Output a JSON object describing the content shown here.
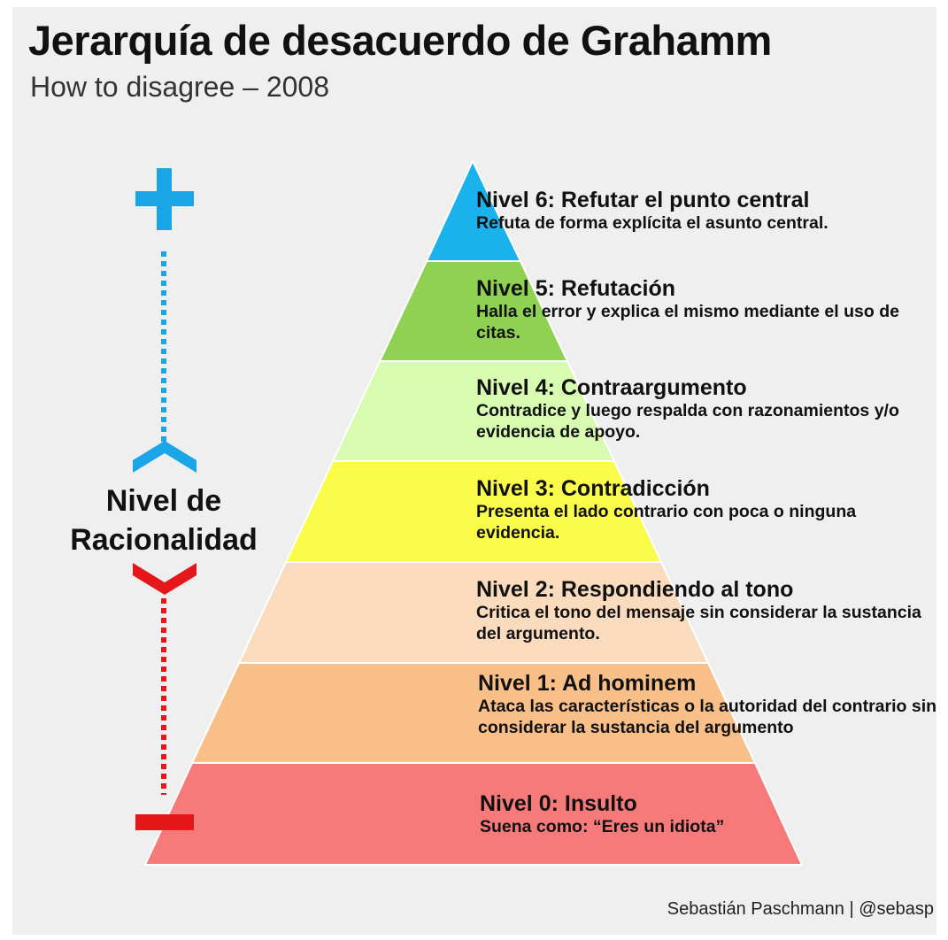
{
  "header": {
    "title": "Jerarquía de desacuerdo de Grahamm",
    "subtitle": "How to disagree – 2008"
  },
  "scale": {
    "label_line1": "Nivel de",
    "label_line2": "Racionalidad",
    "plus_color": "#1aa6e6",
    "minus_color": "#e5171b"
  },
  "levels": [
    {
      "title": "Nivel 6: Refutar el punto central",
      "desc": "Refuta de forma explícita el asunto central.",
      "color": "#1ab2ec"
    },
    {
      "title": "Nivel 5: Refutación",
      "desc": "Halla el error y explica el mismo mediante el uso de citas.",
      "color": "#8fd153"
    },
    {
      "title": "Nivel 4: Contraargumento",
      "desc": "Contradice y luego respalda con razonamientos y/o evidencia de apoyo.",
      "color": "#d7fbb0"
    },
    {
      "title": "Nivel 3: Contradicción",
      "desc": "Presenta el lado contrario con poca o ninguna evidencia.",
      "color": "#fbfb4a"
    },
    {
      "title": "Nivel 2: Respondiendo al tono",
      "desc": "Critica el tono del mensaje sin considerar la sustancia del argumento.",
      "color": "#fadbbd"
    },
    {
      "title": "Nivel 1: Ad hominem",
      "desc": "Ataca las características o la autoridad del contrario sin considerar la sustancia del argumento",
      "color": "#f8bf88"
    },
    {
      "title": "Nivel 0: Insulto",
      "desc": "Suena como: “Eres un idiota”",
      "color": "#f77a7a"
    }
  ],
  "credit": "Sebastián Paschmann | @sebasp"
}
